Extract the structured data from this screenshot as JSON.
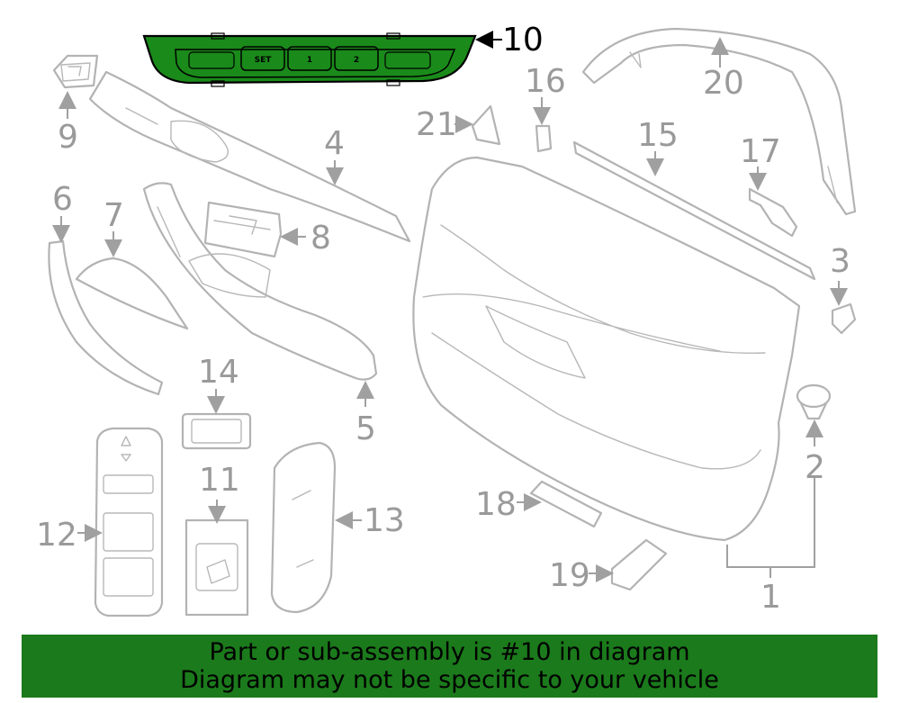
{
  "highlight_color": "#1a8a1a",
  "highlighted_part": "10",
  "switch_buttons": [
    "SET",
    "1",
    "2"
  ],
  "callouts": [
    "10",
    "20",
    "16",
    "21",
    "15",
    "17",
    "9",
    "4",
    "6",
    "7",
    "8",
    "3",
    "2",
    "5",
    "14",
    "11",
    "18",
    "12",
    "13",
    "19",
    "1"
  ],
  "banner": {
    "line1": "Part or sub-assembly is #10 in diagram",
    "line2": "Diagram may not be specific to your vehicle"
  }
}
